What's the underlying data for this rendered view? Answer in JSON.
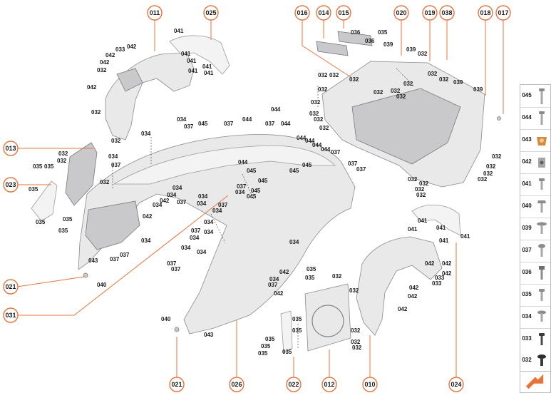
{
  "callouts": {
    "c011": "011",
    "c025": "025",
    "c016": "016",
    "c014": "014",
    "c015": "015",
    "c020": "020",
    "c019": "019",
    "c038": "038",
    "c018": "018",
    "c017": "017",
    "c013": "013",
    "c023": "023",
    "c021a": "021",
    "c031": "031",
    "c021b": "021",
    "c026": "026",
    "c022": "022",
    "c012": "012",
    "c010": "010",
    "c024": "024"
  },
  "labels": {
    "l041": "041",
    "l042": "042",
    "l033": "033",
    "l032": "032",
    "l034": "034",
    "l035": "035",
    "l036": "036",
    "l037": "037",
    "l039": "039",
    "l040": "040",
    "l043": "043",
    "l044": "044",
    "l045": "045"
  },
  "legend": [
    {
      "code": "045",
      "icon": "long-screw-icon"
    },
    {
      "code": "044",
      "icon": "screw-icon"
    },
    {
      "code": "043",
      "icon": "cap-nut-icon"
    },
    {
      "code": "042",
      "icon": "clip-nut-icon"
    },
    {
      "code": "041",
      "icon": "short-screw-icon"
    },
    {
      "code": "040",
      "icon": "hex-bolt-icon"
    },
    {
      "code": "039",
      "icon": "flange-screw-icon"
    },
    {
      "code": "037",
      "icon": "pan-screw-icon"
    },
    {
      "code": "036",
      "icon": "bolt-icon"
    },
    {
      "code": "035",
      "icon": "screw-icon"
    },
    {
      "code": "034",
      "icon": "flange-screw-icon"
    },
    {
      "code": "033",
      "icon": "black-screw-icon"
    },
    {
      "code": "032",
      "icon": "black-push-rivet-icon"
    }
  ],
  "colors": {
    "callout_ring": "#e8743b",
    "arrow": "#e8743b",
    "part_fill": "#e9e9ea"
  }
}
